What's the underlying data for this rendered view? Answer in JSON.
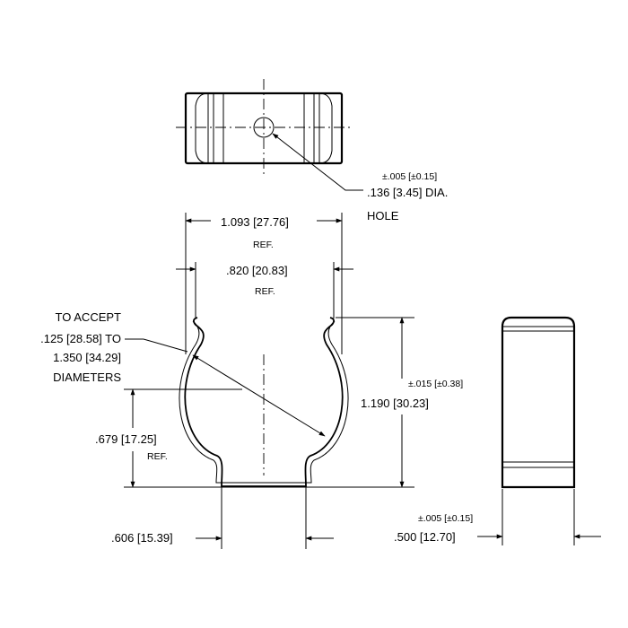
{
  "dimensions": {
    "hole_tolerance": "±.005 [±0.15]",
    "hole_dia": ".136 [3.45] DIA.",
    "hole_word": "HOLE",
    "outer_width": "1.093 [27.76]",
    "outer_ref": "REF.",
    "inner_width": ".820 [20.83]",
    "inner_ref": "REF.",
    "accept_line1": "TO ACCEPT",
    "accept_line2": ".125 [28.58] TO",
    "accept_line3": "1.350 [34.29]",
    "accept_line4": "DIAMETERS",
    "height_tolerance": "±.015 [±0.38]",
    "height": "1.190 [30.23]",
    "center_height": ".679 [17.25]",
    "center_ref": "REF.",
    "base_width": ".606 [15.39]",
    "depth_tolerance": "±.005 [±0.15]",
    "depth": ".500 [12.70]"
  }
}
